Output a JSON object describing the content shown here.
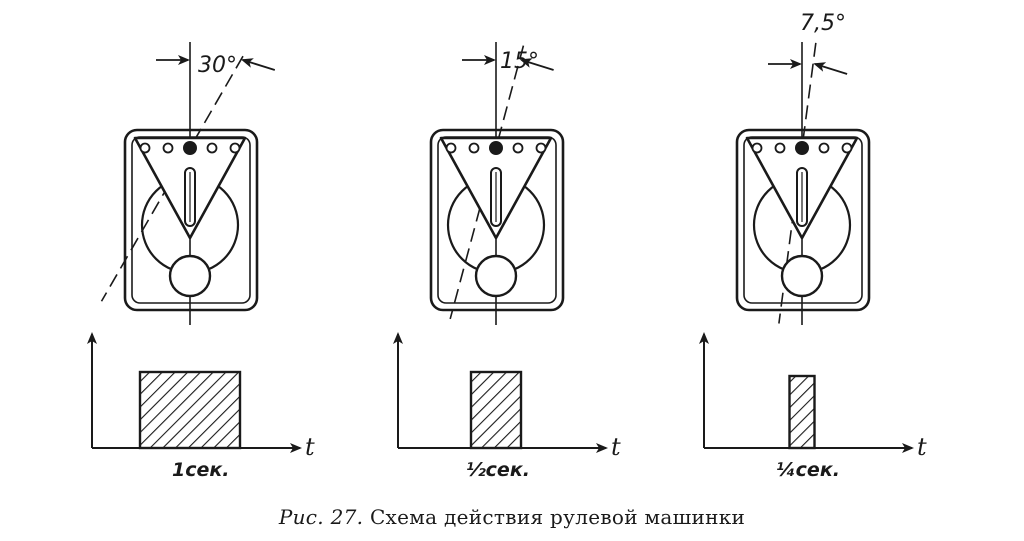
{
  "panels": [
    {
      "angle_label": "30°",
      "tilt_deg": 30,
      "pulse_fraction": 1.0,
      "duration_label": "1сек.",
      "axis_label": "t"
    },
    {
      "angle_label": "15°",
      "tilt_deg": 15,
      "pulse_fraction": 0.5,
      "duration_label": "½сек.",
      "axis_label": "t"
    },
    {
      "angle_label": "7,5°",
      "tilt_deg": 7.5,
      "pulse_fraction": 0.25,
      "duration_label": "¼сек.",
      "axis_label": "t"
    }
  ],
  "caption": {
    "figure_number": "Рис. 27.",
    "text": "Схема действия рулевой машинки"
  },
  "colors": {
    "ink": "#1a1a1a",
    "paper": "#ffffff"
  }
}
